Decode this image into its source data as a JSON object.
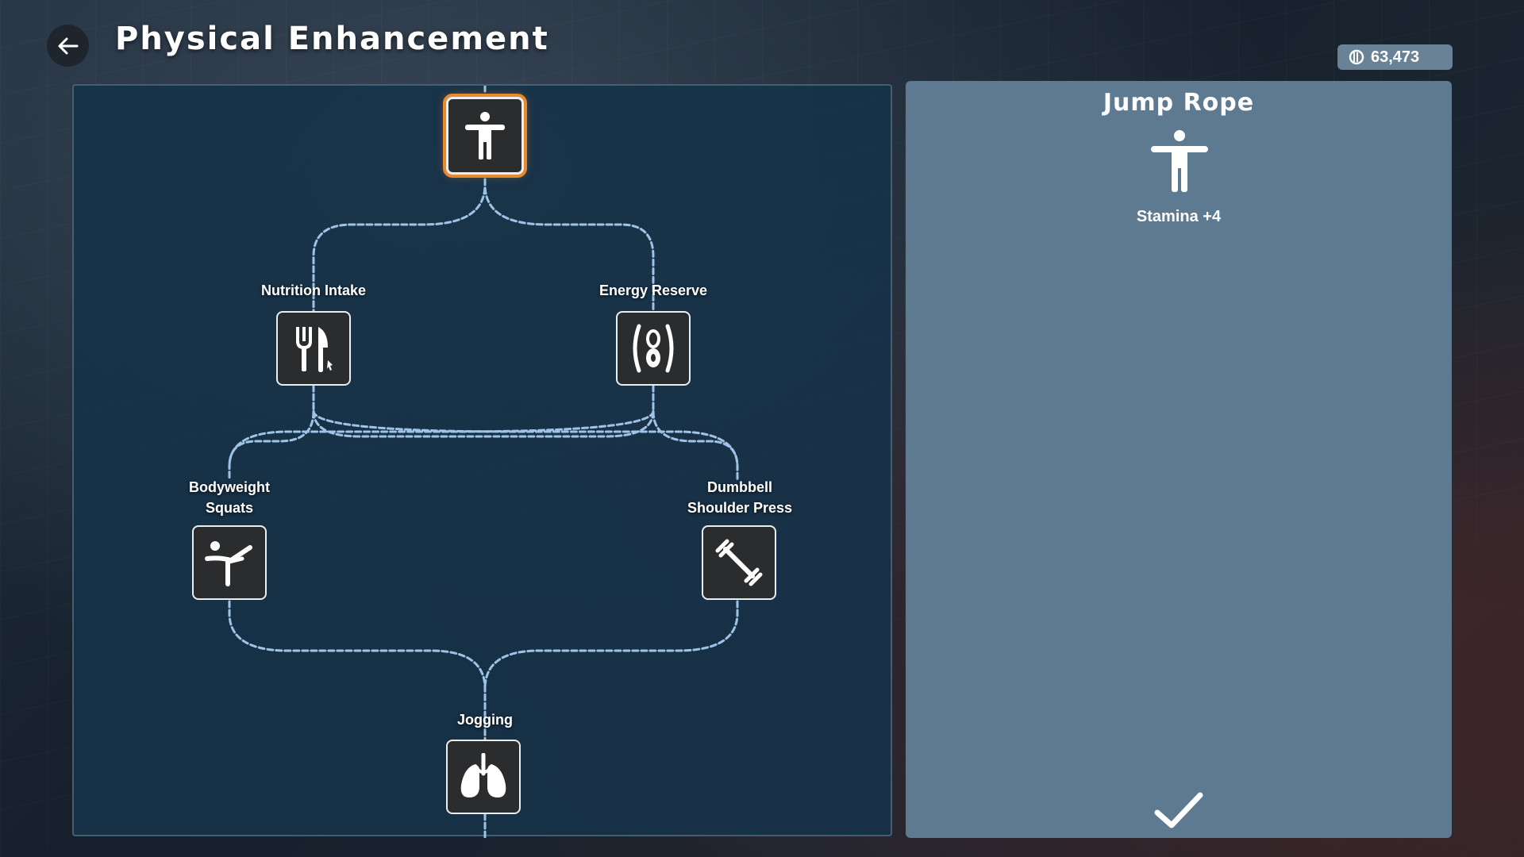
{
  "header": {
    "title": "Physical Enhancement",
    "back_icon": "arrow-left-icon"
  },
  "currency": {
    "icon": "coin-icon",
    "amount": "63,473"
  },
  "tree": {
    "nodes": [
      {
        "id": "jump-rope",
        "label": "",
        "icon": "standing-figure-icon",
        "selected": true
      },
      {
        "id": "nutrition-intake",
        "label": "Nutrition Intake",
        "icon": "fork-knife-icon",
        "selected": false
      },
      {
        "id": "energy-reserve",
        "label": "Energy Reserve",
        "icon": "abdomen-icon",
        "selected": false
      },
      {
        "id": "bodyweight-squats",
        "label": "Bodyweight\nSquats",
        "icon": "stretch-figure-icon",
        "selected": false
      },
      {
        "id": "dumbbell-shoulder-press",
        "label": "Dumbbell\nShoulder Press",
        "icon": "dumbbell-icon",
        "selected": false
      },
      {
        "id": "jogging",
        "label": "Jogging",
        "icon": "lungs-icon",
        "selected": false
      }
    ]
  },
  "detail": {
    "title": "Jump Rope",
    "icon": "standing-figure-icon",
    "effect": "Stamina +4",
    "confirm_icon": "checkmark-icon"
  },
  "colors": {
    "selected_outline": "#e58a2e",
    "panel_tree": "#163248",
    "panel_detail": "#5e7a90",
    "connector": "#9fc3e6"
  }
}
